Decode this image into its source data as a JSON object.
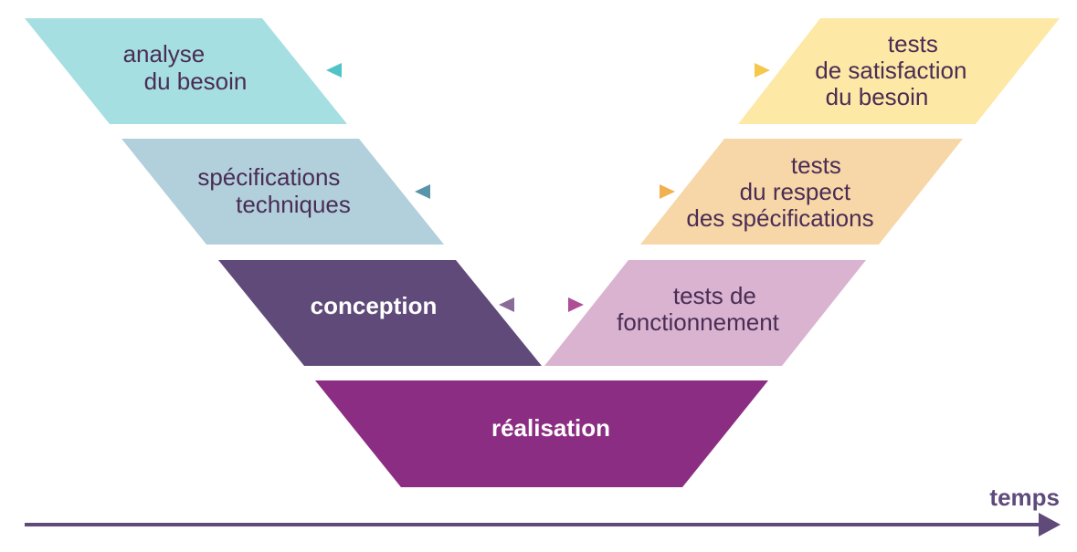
{
  "diagram": {
    "left_stages": [
      {
        "lines": [
          "analyse",
          "du besoin"
        ],
        "color": "#a6dfe1",
        "text_color": "#4a2c55"
      },
      {
        "lines": [
          "spécifications",
          "techniques"
        ],
        "color": "#b1d0dc",
        "text_color": "#4a2c55"
      },
      {
        "lines": [
          "conception"
        ],
        "color": "#5f4a7a",
        "text_color": "#ffffff"
      }
    ],
    "right_stages": [
      {
        "lines": [
          "tests",
          "de satisfaction",
          "du besoin"
        ],
        "color": "#fde9a5",
        "text_color": "#4a2c55"
      },
      {
        "lines": [
          "tests",
          "du respect",
          "des spécifications"
        ],
        "color": "#f7d7a7",
        "text_color": "#4a2c55"
      },
      {
        "lines": [
          "tests de",
          "fonctionnement"
        ],
        "color": "#d9b3d0",
        "text_color": "#4a2c55"
      }
    ],
    "bottom_stage": {
      "lines": [
        "réalisation"
      ],
      "color": "#8b2d82",
      "text_color": "#ffffff"
    },
    "links": [
      {
        "from": "analyse du besoin",
        "to": "tests de satisfaction du besoin",
        "start_color": "#4fc3c5",
        "end_color": "#f5c84c"
      },
      {
        "from": "spécifications techniques",
        "to": "tests du respect des spécifications",
        "start_color": "#5a94a8",
        "end_color": "#f0b24f"
      },
      {
        "from": "conception",
        "to": "tests de fonctionnement",
        "start_color": "#8a6b98",
        "end_color": "#b04d97"
      }
    ],
    "time_axis": {
      "label": "temps",
      "color": "#5f4a7a"
    }
  }
}
